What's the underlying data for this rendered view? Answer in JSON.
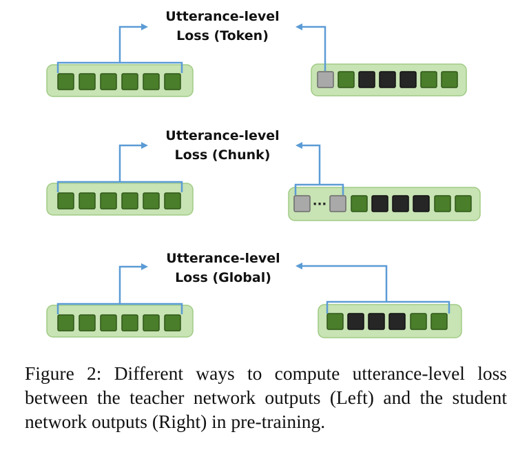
{
  "rows": [
    {
      "label_line1": "Utterance-level",
      "label_line2": "Loss (Token)",
      "teacher_tokens": [
        "green",
        "green",
        "green",
        "green",
        "green",
        "green"
      ],
      "student_tokens": [
        "gray",
        "green",
        "black",
        "black",
        "black",
        "green",
        "green"
      ],
      "student_bracket": "first-token"
    },
    {
      "label_line1": "Utterance-level",
      "label_line2": "Loss (Chunk)",
      "teacher_tokens": [
        "green",
        "green",
        "green",
        "green",
        "green",
        "green"
      ],
      "student_tokens": [
        "gray",
        "dots",
        "gray",
        "green",
        "black",
        "black",
        "black",
        "green",
        "green"
      ],
      "dots_text": "···",
      "student_bracket": "chunk"
    },
    {
      "label_line1": "Utterance-level",
      "label_line2": "Loss (Global)",
      "teacher_tokens": [
        "green",
        "green",
        "green",
        "green",
        "green",
        "green"
      ],
      "student_tokens": [
        "green",
        "black",
        "black",
        "black",
        "green",
        "green"
      ],
      "student_bracket": "all"
    }
  ],
  "colors": {
    "green": "#4a7e2a",
    "green_border": "#2e5618",
    "black": "#262626",
    "gray": "#a9a9a9",
    "gray_border": "#6b6b6b",
    "container_fill": "#c8e3b4",
    "container_stroke": "#9fcb84",
    "arrow": "#5b9bd5"
  },
  "caption": "Figure 2: Different ways to compute utterance-level loss between the teacher network outputs (Left) and the student network outputs (Right) in pre-training."
}
